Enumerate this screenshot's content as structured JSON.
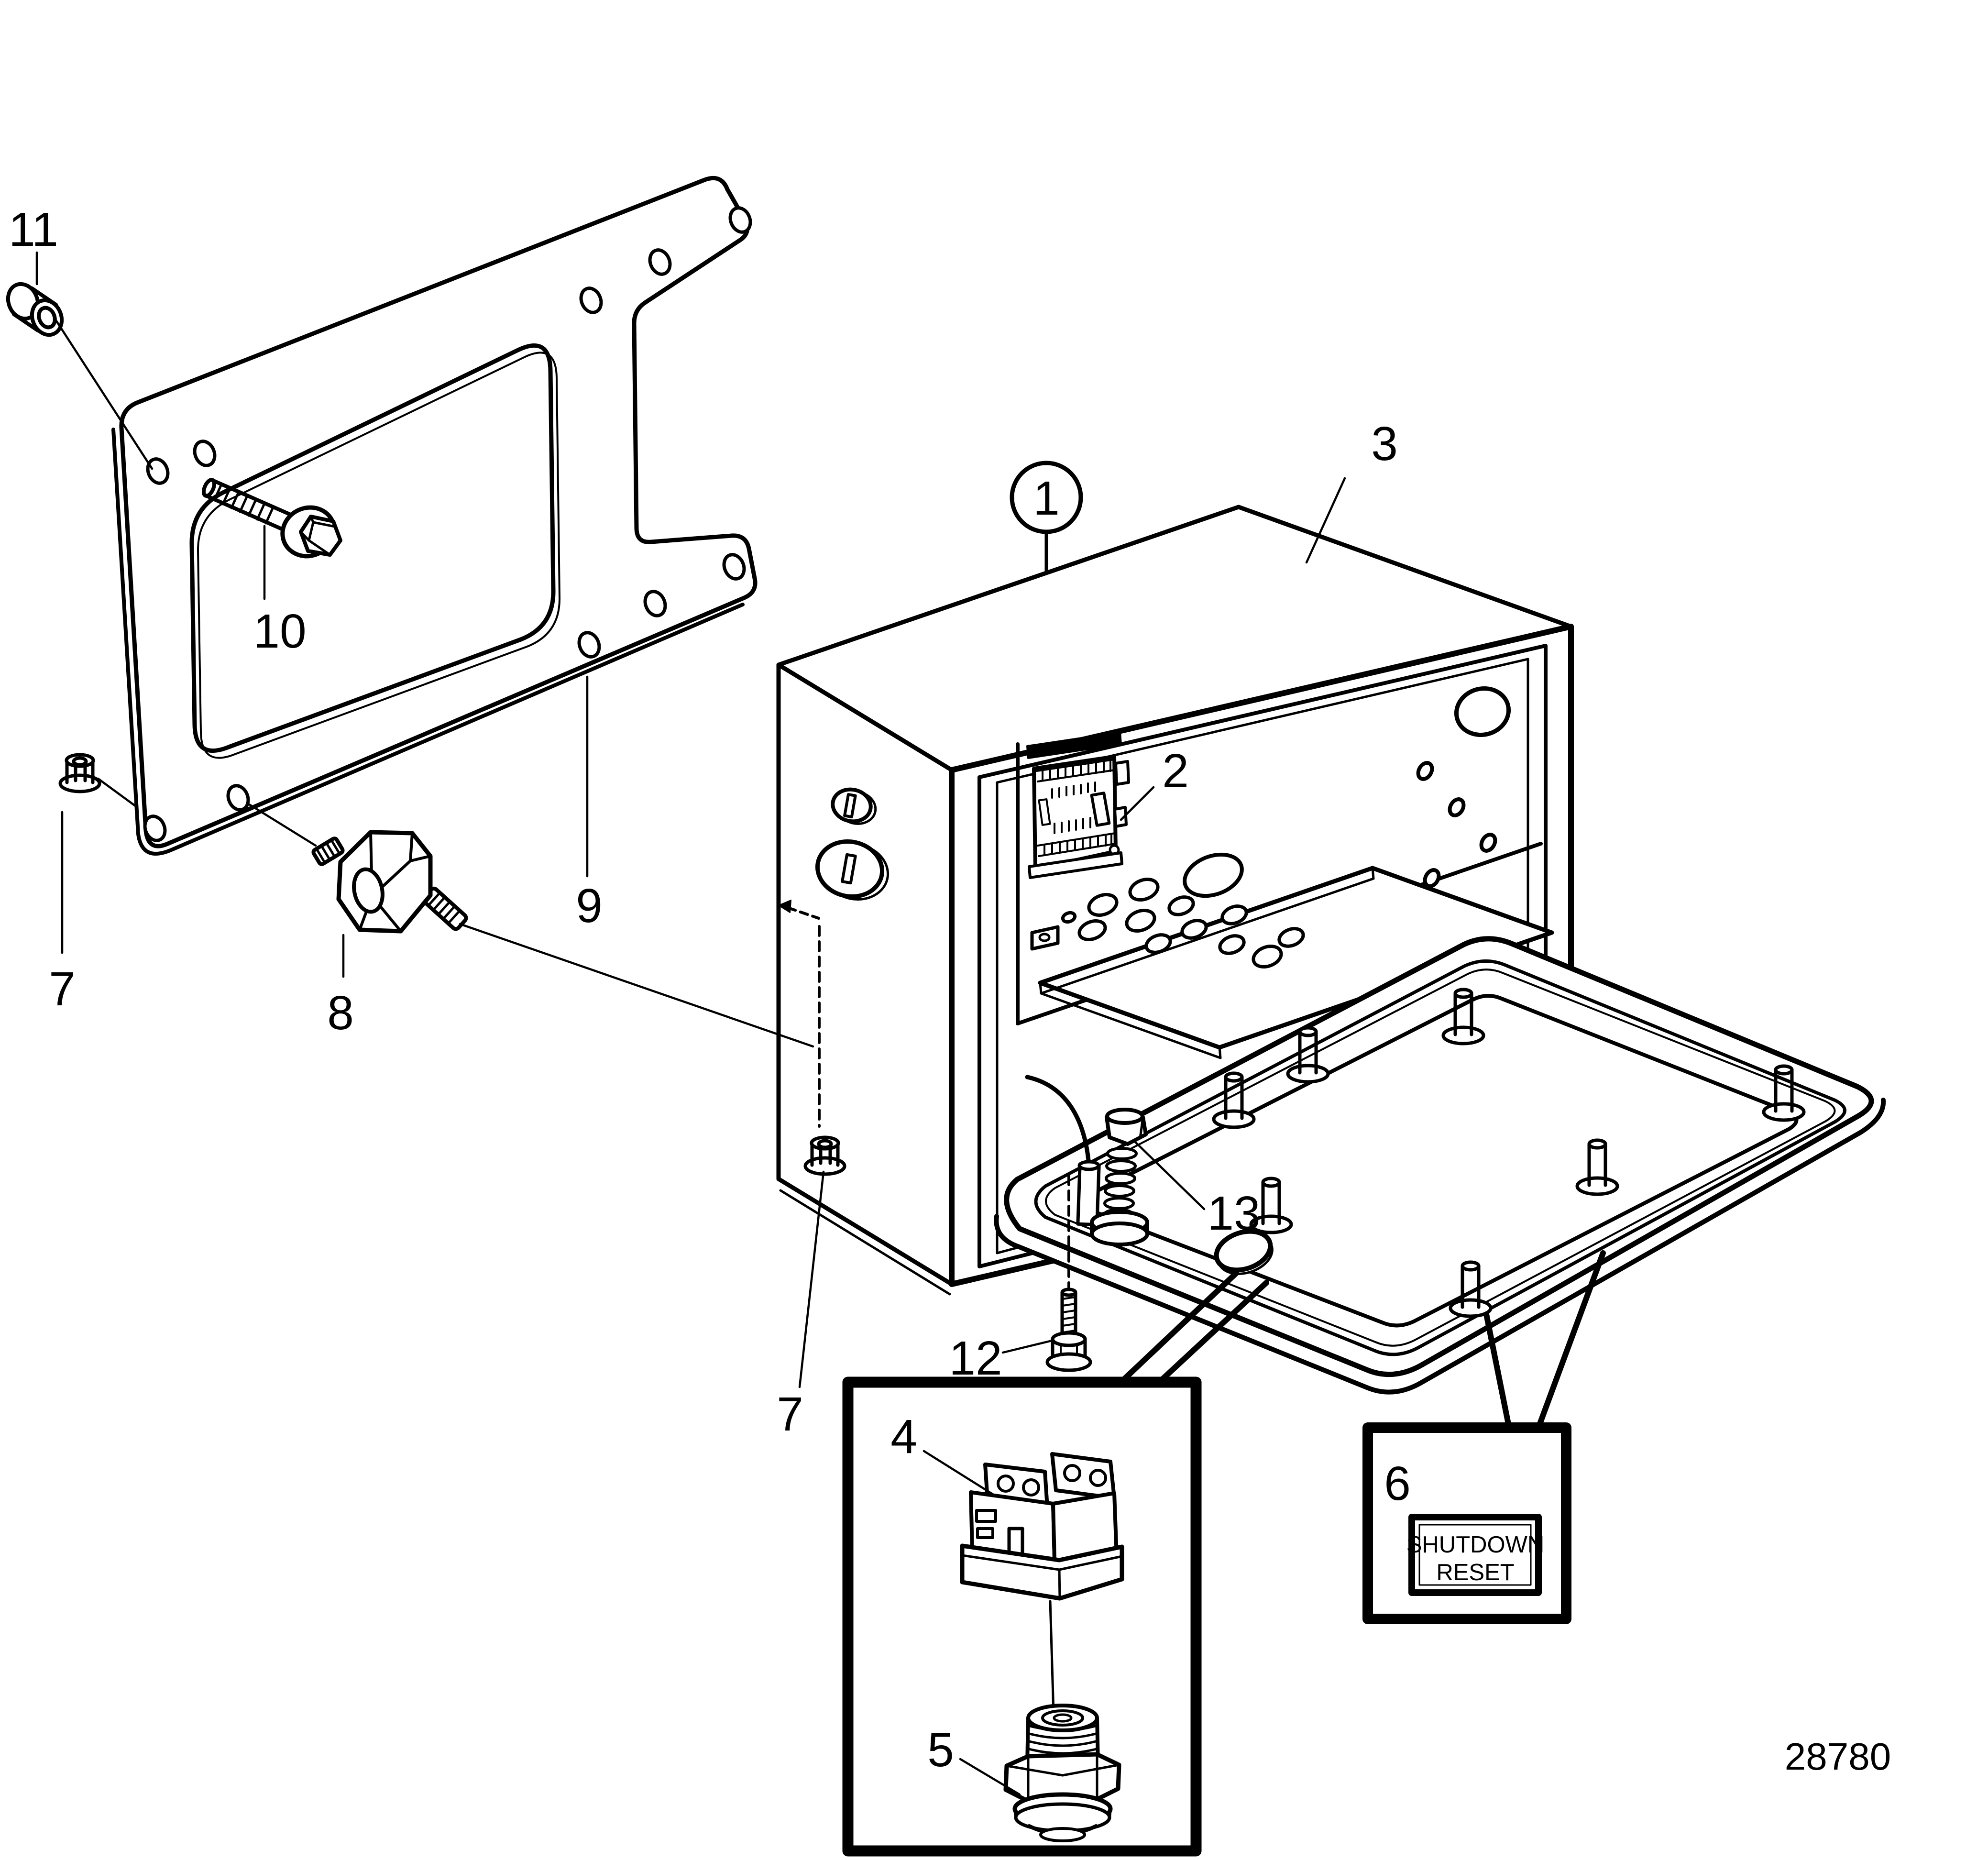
{
  "diagram": {
    "type": "exploded-parts-diagram",
    "drawing_number": "28780",
    "callouts": {
      "1": "1",
      "2": "2",
      "3": "3",
      "4": "4",
      "5": "5",
      "6": "6",
      "7": "7",
      "8": "8",
      "9": "9",
      "10": "10",
      "11": "11",
      "12": "12",
      "13": "13"
    },
    "inset_label": {
      "line1": "SHUTDOWN",
      "line2": "RESET"
    },
    "colors": {
      "ink": "#000000",
      "paper": "#ffffff"
    }
  }
}
